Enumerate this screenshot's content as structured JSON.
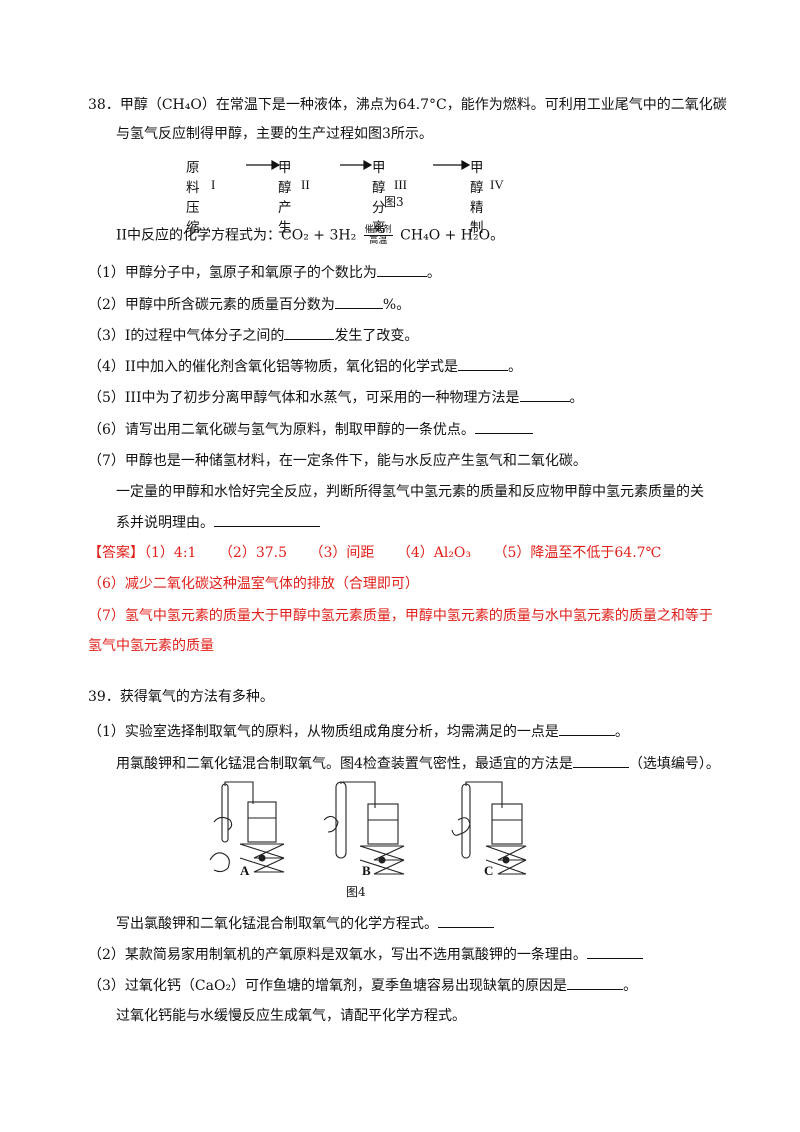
{
  "q38": {
    "intro_line1": "38．甲醇（CH₄O）在常温下是一种液体，沸点为64.7°C，能作为燃料。可利用工业尾气中的二氧化碳",
    "intro_line2": "与氢气反应制得甲醇，主要的生产过程如图3所示。",
    "flow_steps": [
      "原料压缩",
      "甲醇产生",
      "甲醇分离",
      "甲醇精制"
    ],
    "flow_numbers": [
      "I",
      "II",
      "III",
      "IV"
    ],
    "figure_caption": "图3",
    "equation_prefix": "II中反应的化学方程式为：CO₂ + 3H₂",
    "equation_catalyst": "催化剂",
    "equation_condition": "高温",
    "equation_suffix": "CH₄O + H₂O。",
    "items": [
      {
        "text": "（1）甲醇分子中，氢原子和氧原子的个数比为",
        "after": "。"
      },
      {
        "text": "（2）甲醇中所含碳元素的质量百分数为",
        "after": "%。"
      },
      {
        "text": "（3）I的过程中气体分子之间的",
        "after": "发生了改变。"
      },
      {
        "text": "（4）II中加入的催化剂含氧化铝等物质，氧化铝的化学式是",
        "after": "。"
      },
      {
        "text": "（5）III中为了初步分离甲醇气体和水蒸气，可采用的一种物理方法是",
        "after": "。"
      },
      {
        "text": "（6）请写出用二氧化碳与氢气为原料，制取甲醇的一条优点。",
        "after": ""
      },
      {
        "text": "（7）甲醇也是一种储氢材料，在一定条件下，能与水反应产生氢气和二氧化碳。",
        "after": ""
      }
    ],
    "item7_cont1": "一定量的甲醇和水恰好完全反应，判断所得氢气中氢元素的质量和反应物甲醇中氢元素质量的关",
    "item7_cont2": "系并说明理由。",
    "answer_label": "【答案】",
    "answer_parts": [
      "（1）4:1",
      "（2）37.5",
      "（3）间距",
      "（4）Al₂O₃",
      "（5）降温至不低于64.7℃"
    ],
    "answer_line2": "（6）减少二氧化碳这种温室气体的排放（合理即可）",
    "answer_line3": "（7）氢气中氢元素的质量大于甲醇中氢元素质量，甲醇中氢元素的质量与水中氢元素的质量之和等于",
    "answer_line4": "氢气中氢元素的质量"
  },
  "q39": {
    "title": "39．获得氧气的方法有多种。",
    "item1": "（1）实验室选择制取氧气的原料，从物质组成角度分析，均需满足的一点是",
    "item1_after": "。",
    "item1_cont": "用氯酸钾和二氧化锰混合制取氧气。图4检查装置气密性，最适宜的方法是",
    "item1_cont_after": "（选填编号）。",
    "figure_labels": [
      "A",
      "B",
      "C"
    ],
    "figure_caption": "图4",
    "item1_write": "写出氯酸钾和二氧化锰混合制取氧气的化学方程式。",
    "item2": "（2）某款简易家用制氧机的产氧原料是双氧水，写出不选用氯酸钾的一条理由。",
    "item3": "（3）过氧化钙（CaO₂）可作鱼塘的增氧剂，夏季鱼塘容易出现缺氧的原因是",
    "item3_after": "。",
    "item3_cont": "过氧化钙能与水缓慢反应生成氧气，请配平化学方程式。"
  },
  "colors": {
    "answer": "#e0201b",
    "text": "#111111"
  }
}
